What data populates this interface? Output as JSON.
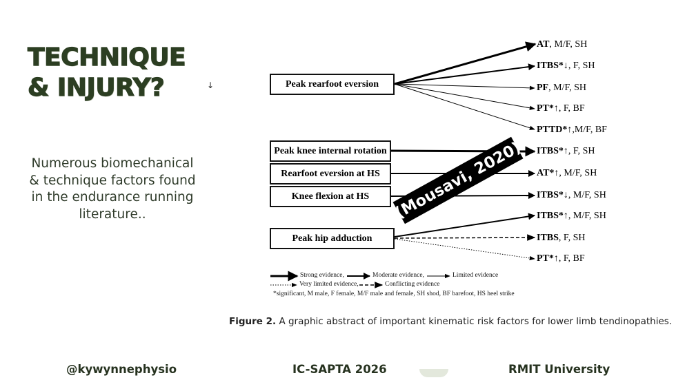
{
  "slide": {
    "title_line1": "TECHNIQUE",
    "title_line2": "& INJURY?",
    "small_arrow": "↓",
    "description": "Numerous biomechanical & technique factors found in the endurance running literature..",
    "stamp": "(Mousavi, 2020)"
  },
  "diagram": {
    "factors": [
      "Peak rearfoot eversion",
      "Peak knee internal rotation",
      "Rearfoot eversion at HS",
      "Knee flexion at HS",
      "Peak hip adduction"
    ],
    "outcomes": [
      {
        "name": "AT",
        "sig": "",
        "dir": "",
        "rest": ", M/F, SH"
      },
      {
        "name": "ITBS",
        "sig": "*",
        "dir": "↓",
        "rest": ", F, SH"
      },
      {
        "name": "PF",
        "sig": "",
        "dir": "",
        "rest": ", M/F, SH"
      },
      {
        "name": "PT",
        "sig": "*",
        "dir": "↑",
        "rest": ", F, BF"
      },
      {
        "name": "PTTD",
        "sig": "*",
        "dir": "↑",
        "rest": ",M/F, BF"
      },
      {
        "name": "ITBS",
        "sig": "*",
        "dir": "↑",
        "rest": ", F, SH"
      },
      {
        "name": "AT",
        "sig": "*",
        "dir": "↑",
        "rest": ", M/F, SH"
      },
      {
        "name": "ITBS",
        "sig": "*",
        "dir": "↓",
        "rest": ", M/F, SH"
      },
      {
        "name": "ITBS",
        "sig": "*",
        "dir": "↑",
        "rest": ", M/F, SH"
      },
      {
        "name": "ITBS",
        "sig": "",
        "dir": "",
        "rest": ", F, SH"
      },
      {
        "name": "PT",
        "sig": "*",
        "dir": "↑",
        "rest": ", F, BF"
      }
    ],
    "legend": {
      "strong": "Strong evidence,",
      "moderate": "Moderate evidence,",
      "limited": "Limited evidence",
      "very_limited": "Very limited evidence,",
      "conflicting": "Conflicting evidence",
      "note": "*significant, M male, F female, M/F male and female, SH shod, BF barefoot, HS heel strike"
    },
    "caption_label": "Figure 2.",
    "caption_text": " A graphic abstract of important kinematic risk factors for lower limb tendinopathies."
  },
  "footer": {
    "left": "@kywynnephysio",
    "center": "IC-SAPTA 2026",
    "right": "RMIT University"
  }
}
